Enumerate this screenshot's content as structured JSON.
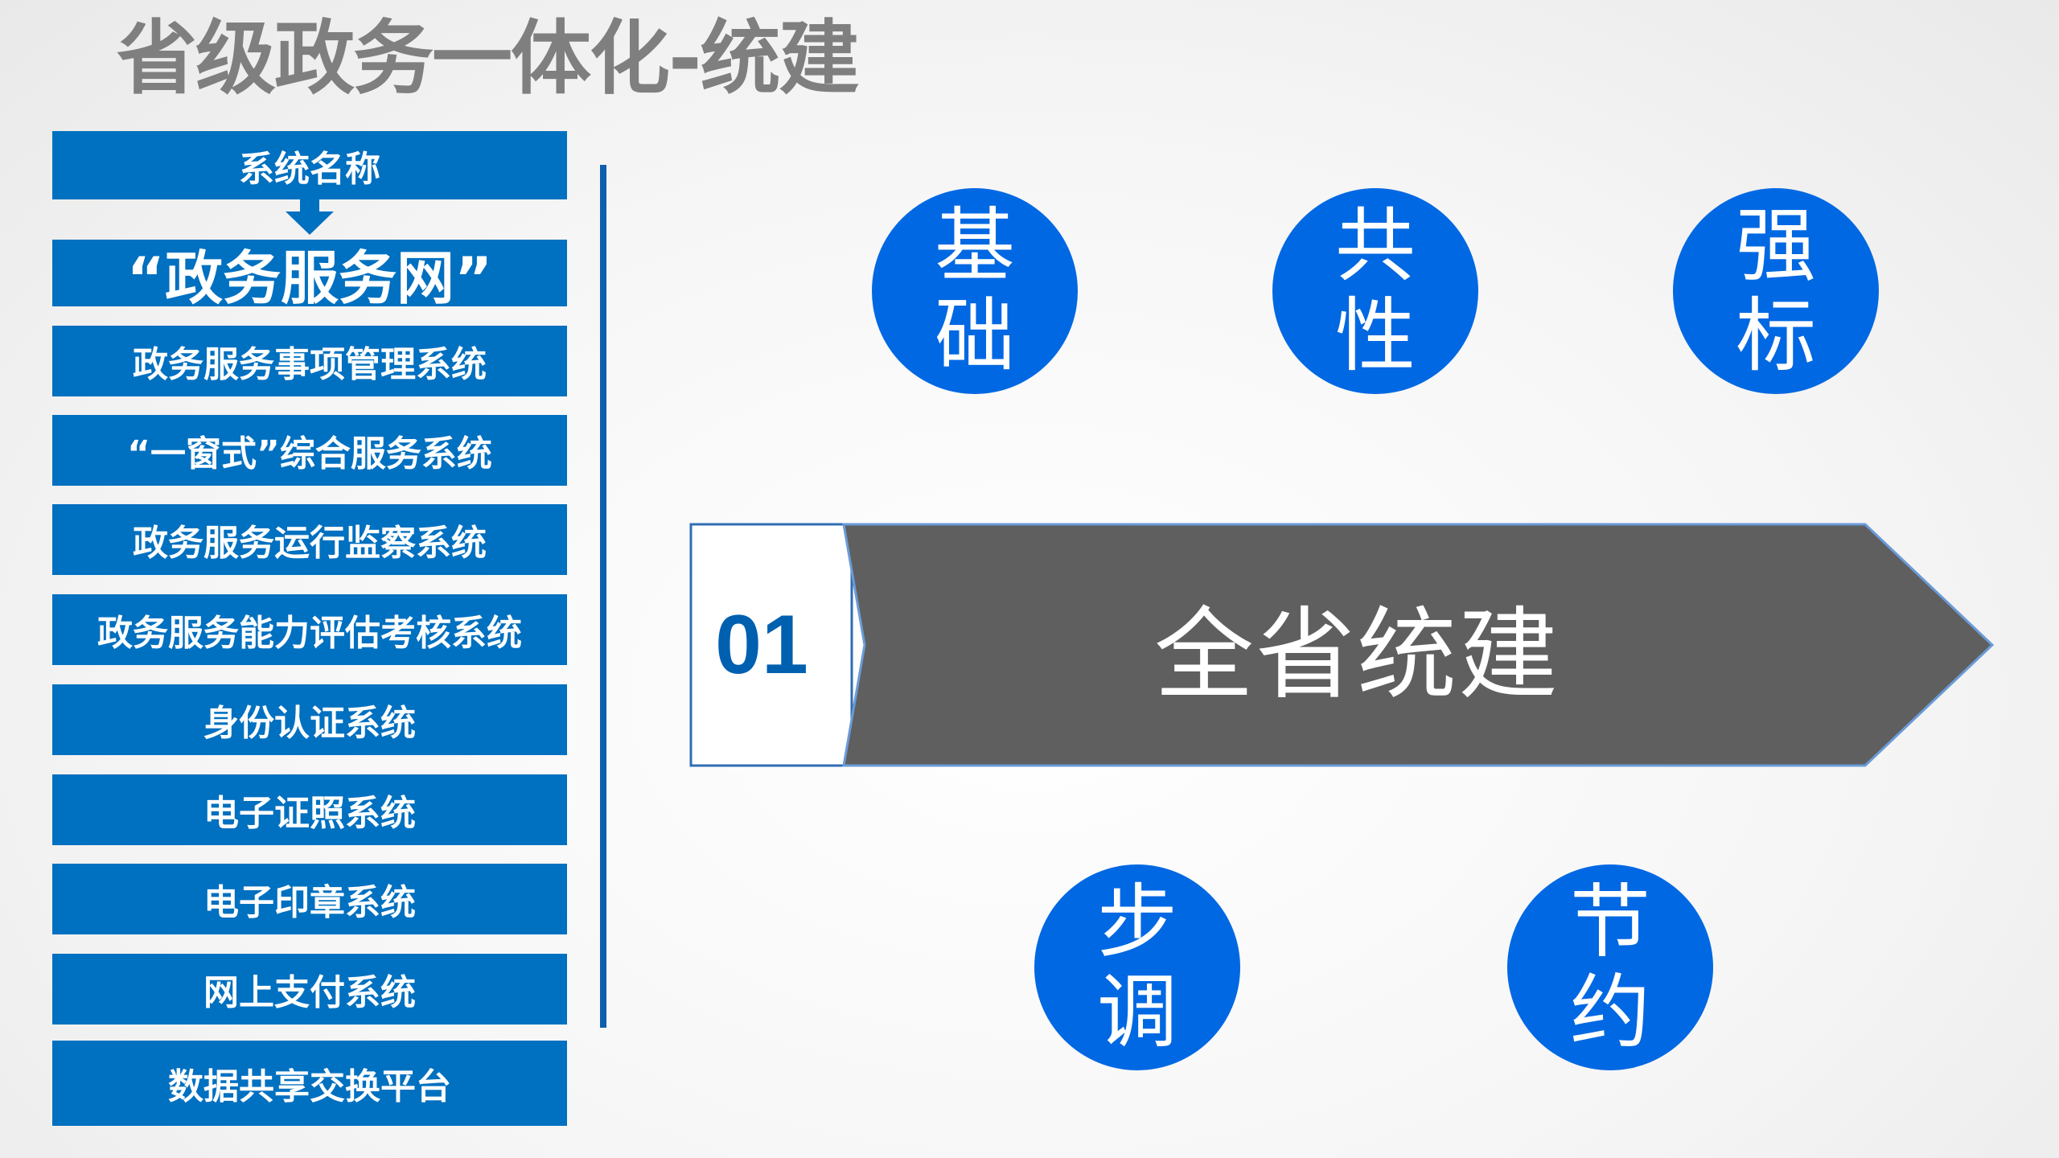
{
  "title": "省级政务一体化-统建",
  "system_list": {
    "header": "系统名称",
    "highlight": "“政务服务网”",
    "items": [
      "政务服务事项管理系统",
      "“一窗式”综合服务系统",
      "政务服务运行监察系统",
      "政务服务能力评估考核系统",
      "身份认证系统",
      "电子证照系统",
      "电子印章系统",
      "网上支付系统",
      "数据共享交换平台"
    ]
  },
  "banner": {
    "number": "01",
    "label": "全省统建"
  },
  "principles": [
    {
      "line1": "基",
      "line2": "础"
    },
    {
      "line1": "共",
      "line2": "性"
    },
    {
      "line1": "强",
      "line2": "标"
    },
    {
      "line1": "步",
      "line2": "调"
    },
    {
      "line1": "节",
      "line2": "约"
    }
  ],
  "colors": {
    "box_blue": "#0070c0",
    "circle_blue": "#0068e3",
    "banner_gray": "#5f5f5f",
    "title_gray": "#7f7f7f",
    "number_blue": "#0060b0"
  }
}
